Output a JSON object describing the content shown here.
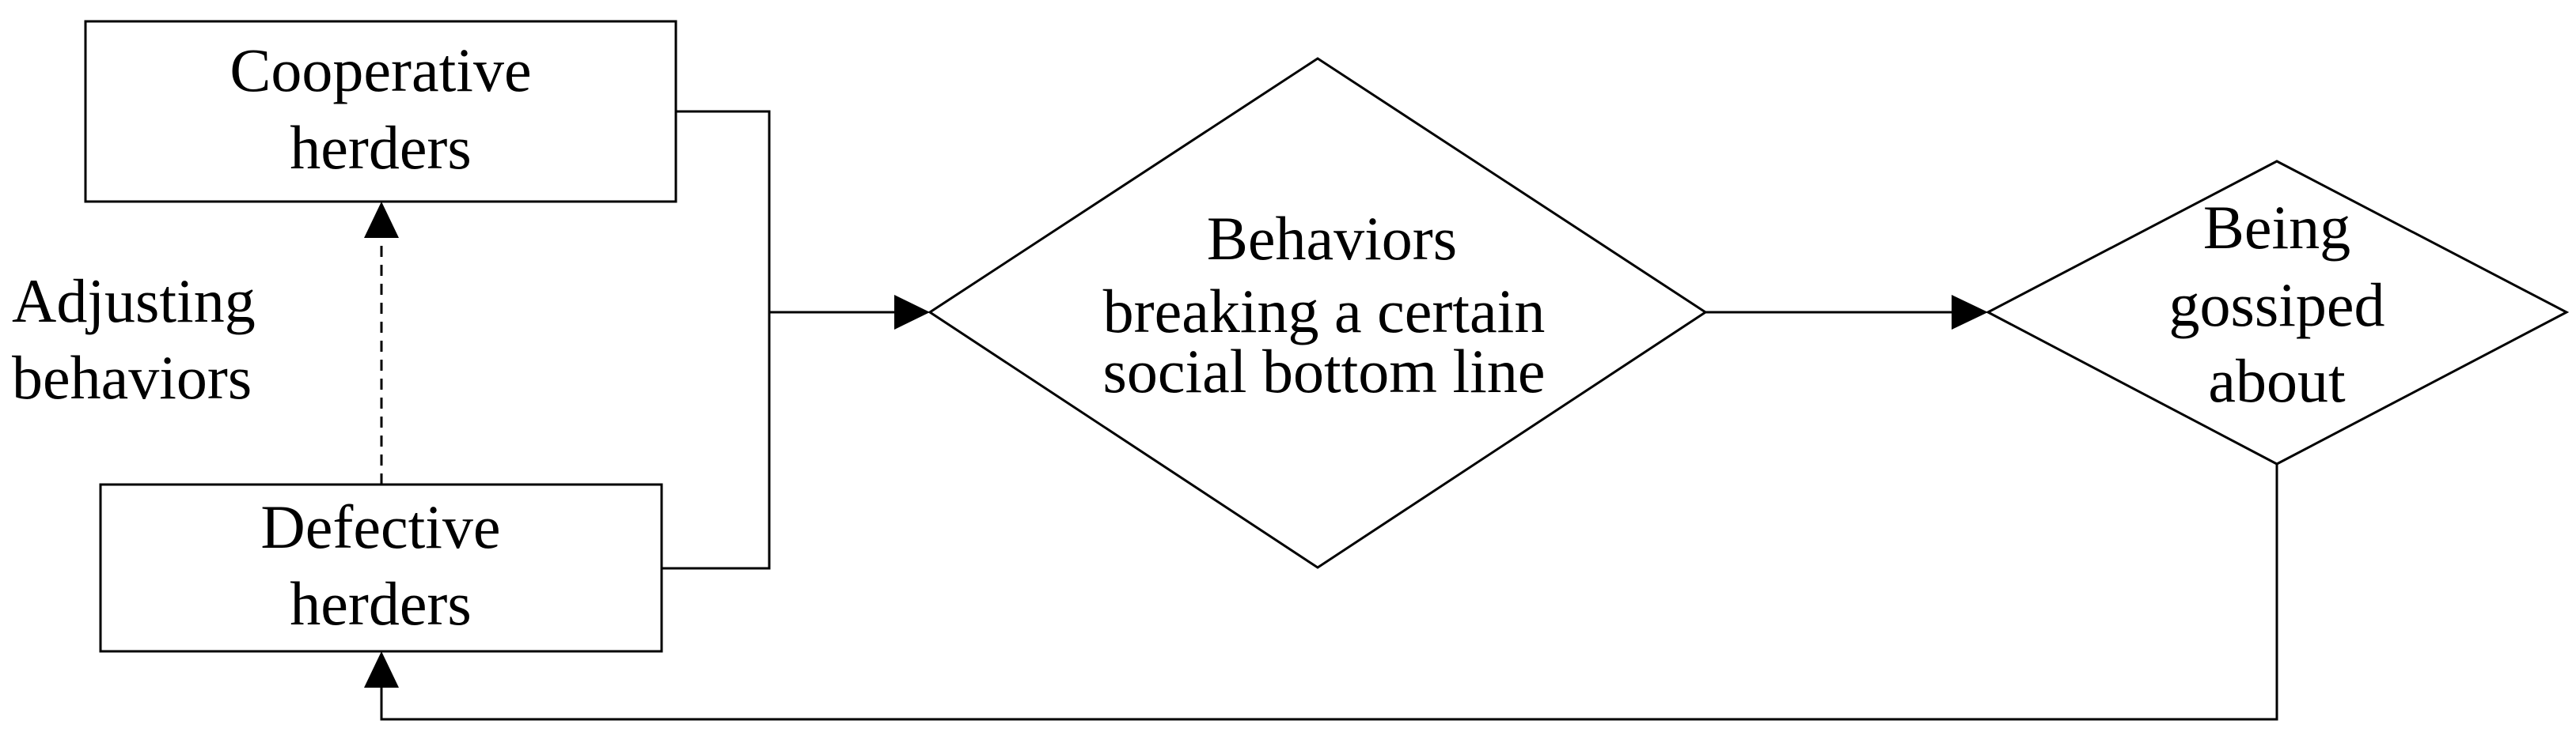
{
  "colors": {
    "stroke": "#000000",
    "fill": "#ffffff",
    "text": "#000000"
  },
  "nodes": {
    "cooperative": {
      "line1": "Cooperative",
      "line2": "herders"
    },
    "defective": {
      "line1": "Defective",
      "line2": "herders"
    },
    "behaviors": {
      "line1": "Behaviors",
      "line2": "breaking a certain",
      "line3": "social bottom line"
    },
    "gossip": {
      "line1": "Being",
      "line2": "gossiped",
      "line3": "about"
    }
  },
  "edges": {
    "adjusting": {
      "line1": "Adjusting",
      "line2": "behaviors"
    }
  }
}
